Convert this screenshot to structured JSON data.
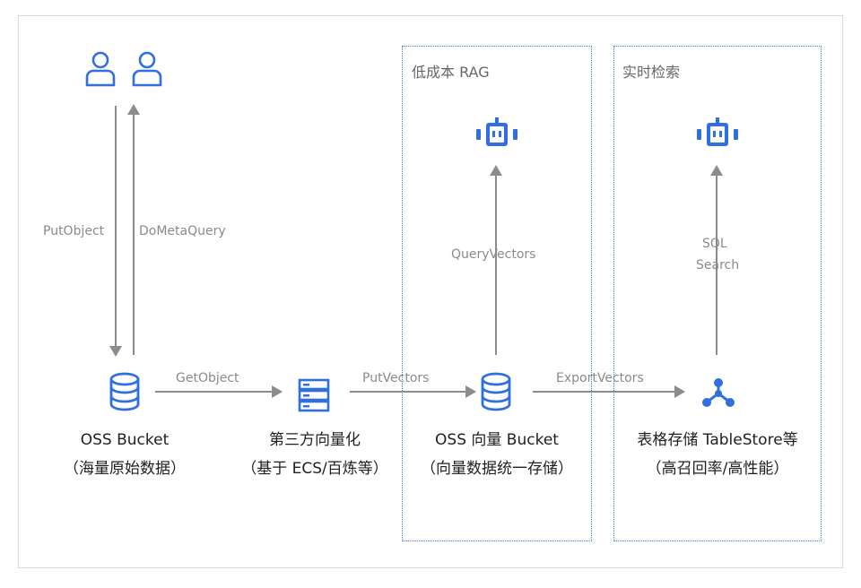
{
  "groups": {
    "rag": {
      "title": "低成本 RAG"
    },
    "realtime": {
      "title": "实时检索"
    }
  },
  "edges": {
    "put_object": "PutObject",
    "do_meta_query": "DoMetaQuery",
    "get_object": "GetObject",
    "put_vectors": "PutVectors",
    "query_vectors": "QueryVectors",
    "export_vectors": "ExportVectors",
    "sql_search_line1": "SQL",
    "sql_search_line2": "Search"
  },
  "nodes": {
    "oss_bucket": {
      "line1": "OSS Bucket",
      "line2": "（海量原始数据）"
    },
    "vectorize": {
      "line1": "第三方向量化",
      "line2": "（基于 ECS/百炼等）"
    },
    "vector_bucket": {
      "line1": "OSS 向量 Bucket",
      "line2": "（向量数据统一存储）"
    },
    "tablestore": {
      "line1": "表格存储 TableStore等",
      "line2": "（高召回率/高性能）"
    }
  },
  "colors": {
    "accent": "#2f6fe0",
    "arrow": "#8c8c8c",
    "group_border": "#2f7ad6"
  },
  "icons": {
    "users": "user-icon",
    "bot": "robot-icon",
    "database": "database-icon",
    "server": "server-icon",
    "network": "network-icon"
  }
}
